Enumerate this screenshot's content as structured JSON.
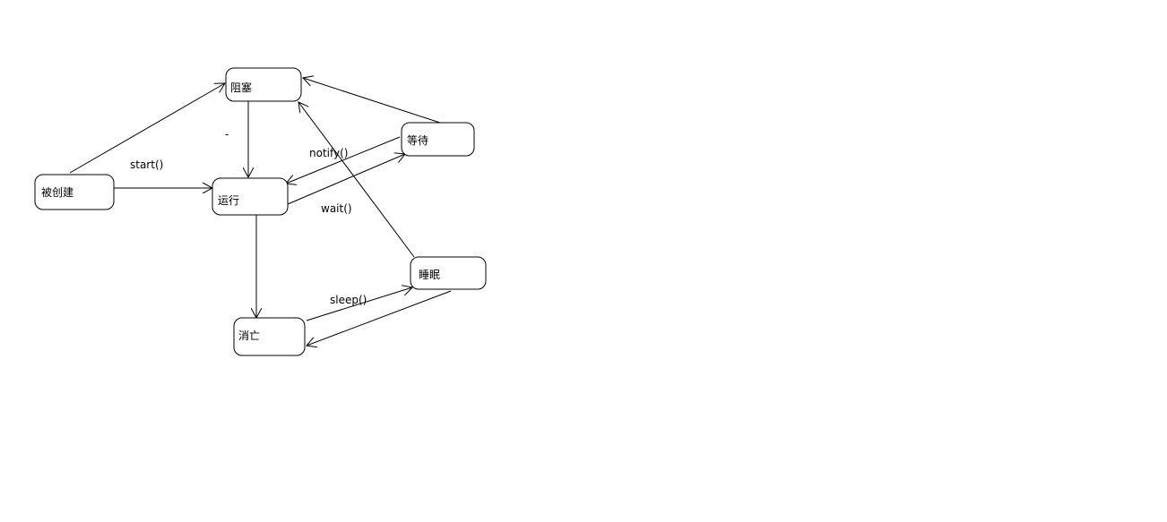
{
  "diagram": {
    "nodes": {
      "created": "被创建",
      "blocked": "阻塞",
      "running": "运行",
      "waiting": "等待",
      "sleeping": "睡眠",
      "dead": "消亡"
    },
    "edge_labels": {
      "start": "start()",
      "notify": "notify()",
      "wait": "wait()",
      "sleep": "sleep()",
      "dash": "-"
    },
    "colors": {
      "stroke": "#000000",
      "background": "#ffffff"
    }
  }
}
